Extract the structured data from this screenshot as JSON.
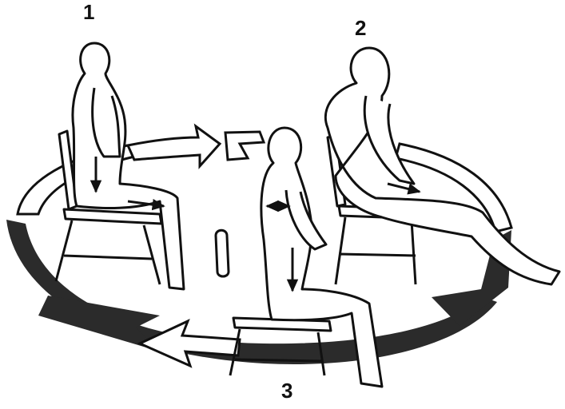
{
  "steps": [
    {
      "number": "1",
      "posture": "slumped"
    },
    {
      "number": "2",
      "posture": "reclined"
    },
    {
      "number": "3",
      "posture": "upright"
    }
  ],
  "colors": {
    "ink": "#111111",
    "arrow_dark": "#2b2b2b",
    "arrow_light": "#ffffff",
    "background": "#ffffff"
  }
}
